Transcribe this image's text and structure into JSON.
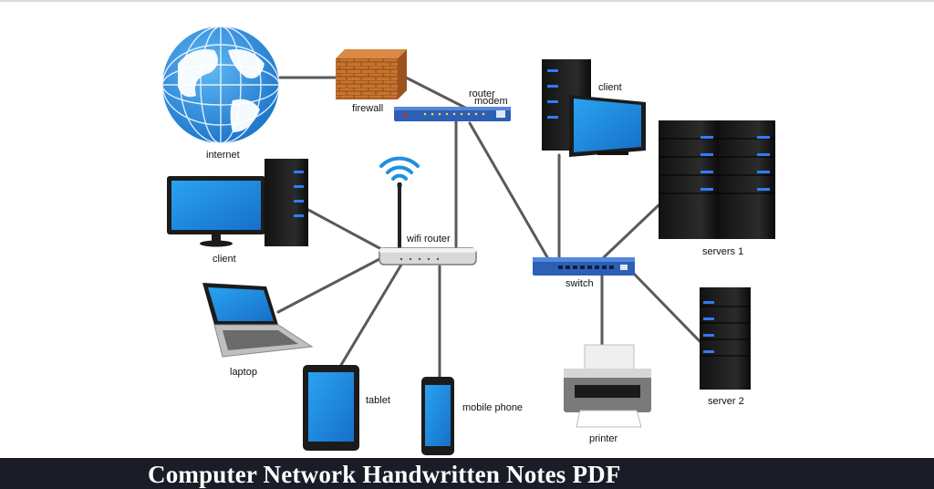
{
  "labels": {
    "internet": "internet",
    "firewall": "firewall",
    "router": "router",
    "modem": "modem",
    "client_top": "client",
    "servers1": "servers 1",
    "client_left": "client",
    "wifi_router": "wifi router",
    "switch": "switch",
    "laptop": "laptop",
    "tablet": "tablet",
    "mobile_phone": "mobile phone",
    "printer": "printer",
    "server2": "server 2"
  },
  "footer": {
    "title": "Computer Network Handwritten Notes PDF"
  },
  "colors": {
    "screen_blue": "#1f8fe0",
    "device_black": "#1b1b1b",
    "router_blue": "#2d5fb5",
    "server_led": "#2f7cf6",
    "footer_bg": "#1a1d28",
    "cable": "#5a5a5a",
    "firewall_brick": "#c8742e"
  },
  "icons": [
    "globe-icon",
    "firewall-icon",
    "modem-icon",
    "wifi-signal-icon",
    "switch-icon",
    "server-icon",
    "monitor-icon",
    "laptop-icon",
    "tablet-icon",
    "phone-icon",
    "printer-icon"
  ]
}
